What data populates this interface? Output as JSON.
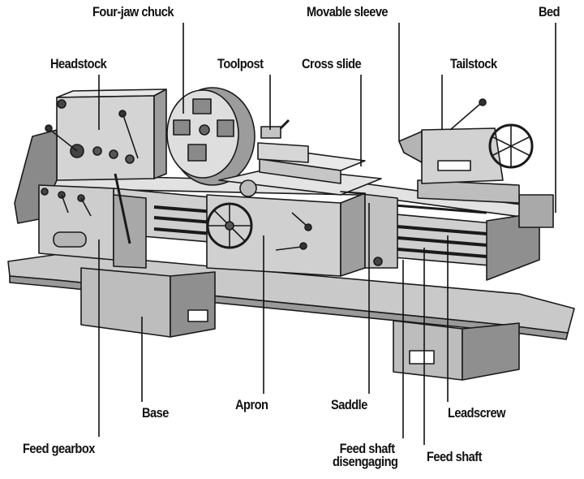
{
  "labels": {
    "four_jaw_chuck": "Four-jaw chuck",
    "movable_sleeve": "Movable sleeve",
    "bed": "Bed",
    "headstock": "Headstock",
    "toolpost": "Toolpost",
    "cross_slide": "Cross slide",
    "tailstock": "Tailstock",
    "base": "Base",
    "apron": "Apron",
    "saddle": "Saddle",
    "leadscrew": "Leadscrew",
    "feed_gearbox": "Feed gearbox",
    "feed_shaft_disengaging_line1": "Feed shaft",
    "feed_shaft_disengaging_line2": "disengaging",
    "feed_shaft": "Feed shaft"
  },
  "colors": {
    "ink": "#1a1a1a",
    "light": "#dcdcdc",
    "mid": "#b8b8b8",
    "dark": "#8e8e8e",
    "background": "#ffffff"
  }
}
